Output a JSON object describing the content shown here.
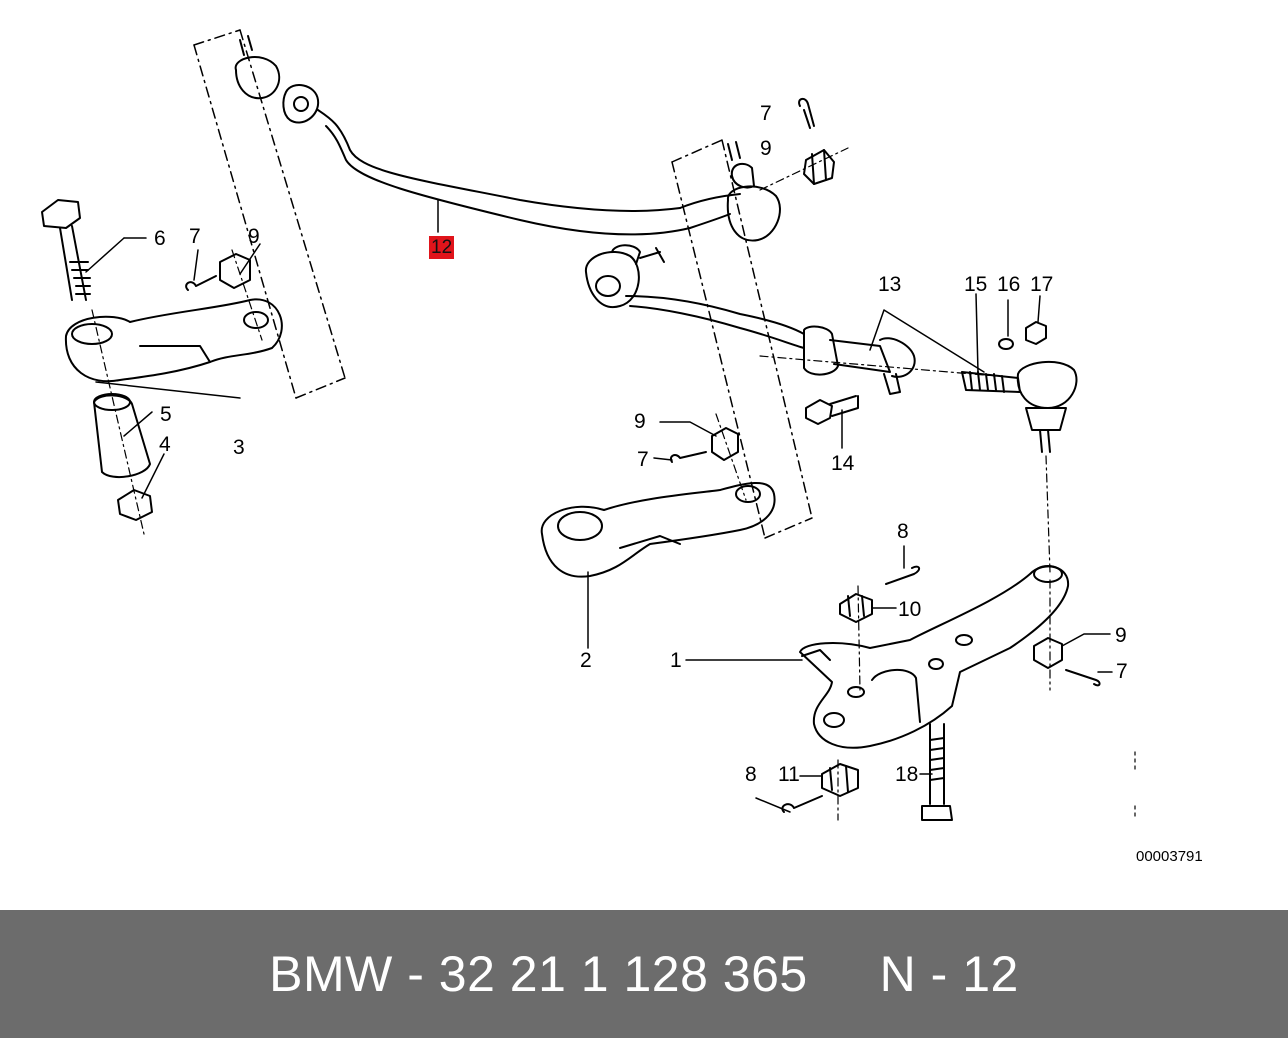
{
  "callouts": {
    "c12": "12",
    "c7a": "7",
    "c9a": "9",
    "c6": "6",
    "c7b": "7",
    "c9b": "9",
    "c13": "13",
    "c15": "15",
    "c16": "16",
    "c17": "17",
    "c5": "5",
    "c4": "4",
    "c3": "3",
    "c9c": "9",
    "c7c": "7",
    "c14": "14",
    "c8a": "8",
    "c10": "10",
    "c2": "2",
    "c1": "1",
    "c9d": "9",
    "c7d": "7",
    "c8b": "8",
    "c11": "11",
    "c18": "18"
  },
  "highlight_color": "#e0141b",
  "diagram_ref": "00003791",
  "footer": {
    "text": "BMW - 32 21 1 128 365     N - 12",
    "background": "#6c6c6c"
  }
}
